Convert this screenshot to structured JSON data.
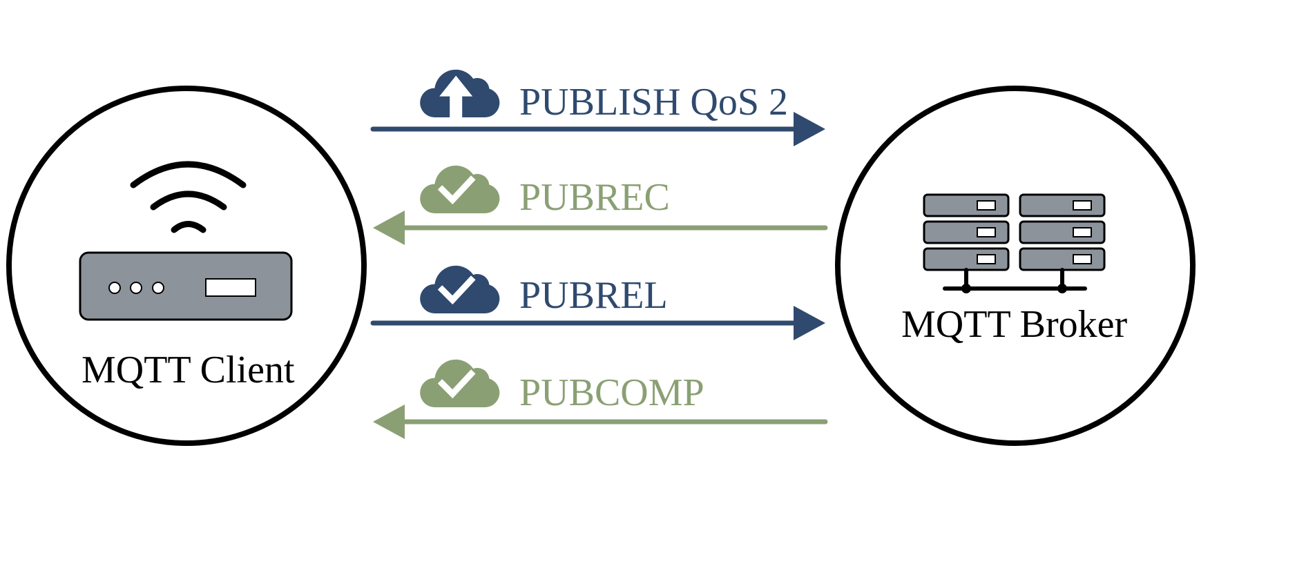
{
  "colors": {
    "outbound": "#2f4a6e",
    "inbound": "#8aa074",
    "device_fill": "#8c939b",
    "outline": "#000000",
    "background": "#ffffff"
  },
  "client": {
    "label": "MQTT Client",
    "icon": "router-icon"
  },
  "broker": {
    "label": "MQTT Broker",
    "icon": "server-rack-icon"
  },
  "messages": [
    {
      "label": "PUBLISH QoS 2",
      "direction": "client-to-broker",
      "color": "#2f4a6e",
      "icon": "cloud-upload-icon"
    },
    {
      "label": "PUBREC",
      "direction": "broker-to-client",
      "color": "#8aa074",
      "icon": "cloud-check-icon"
    },
    {
      "label": "PUBREL",
      "direction": "client-to-broker",
      "color": "#2f4a6e",
      "icon": "cloud-check-icon"
    },
    {
      "label": "PUBCOMP",
      "direction": "broker-to-client",
      "color": "#8aa074",
      "icon": "cloud-check-icon"
    }
  ]
}
